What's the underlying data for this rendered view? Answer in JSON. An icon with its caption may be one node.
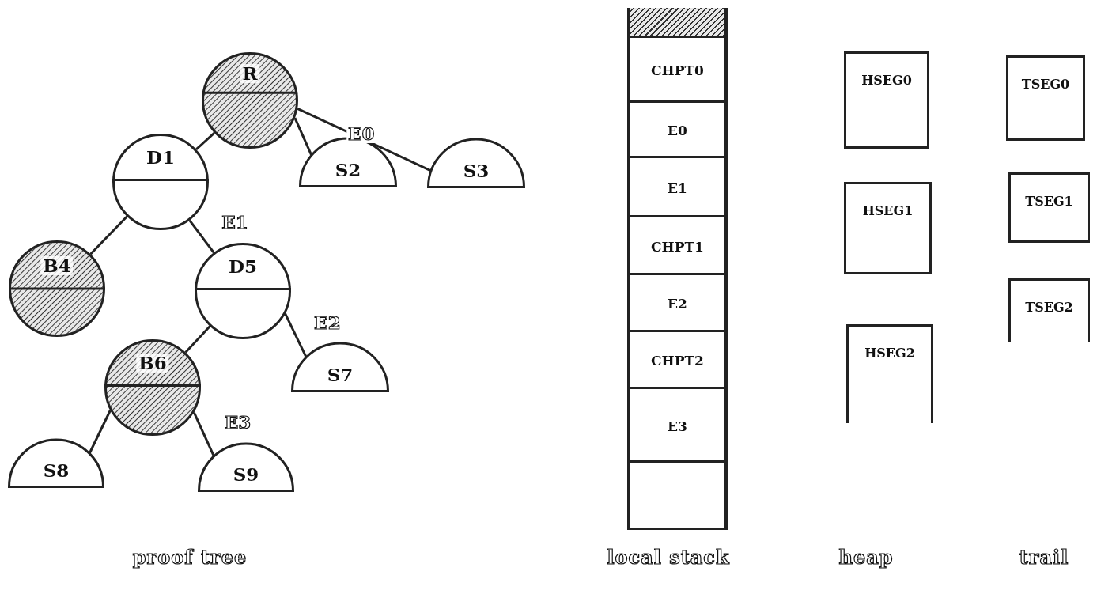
{
  "diagram": {
    "nodes": [
      {
        "text": [
          "R"
        ]
      },
      {
        "text": [
          "D1"
        ]
      },
      {
        "text": [
          "S2"
        ]
      },
      {
        "text": [
          "S3"
        ]
      },
      {
        "text": [
          "B4"
        ]
      },
      {
        "text": [
          "D5"
        ]
      },
      {
        "text": [
          "B6"
        ]
      },
      {
        "text": [
          "S7"
        ]
      },
      {
        "text": [
          "S8"
        ]
      },
      {
        "text": [
          "S9"
        ]
      },
      {
        "text": [],
        "shape": "box"
      },
      {
        "text": [],
        "shape": "box",
        "in": 10
      },
      {
        "text": [
          "CHPT0"
        ],
        "in": 10
      },
      {
        "text": [
          "E0"
        ],
        "in": 10
      },
      {
        "text": [
          "E1"
        ],
        "in": 10
      },
      {
        "text": [
          "CHPT1"
        ],
        "in": 10
      },
      {
        "text": [
          "E2"
        ],
        "in": 10
      },
      {
        "text": [
          "CHPT2"
        ],
        "in": 10
      },
      {
        "text": [
          "E3"
        ],
        "in": 10
      },
      {
        "text": [],
        "shape": "box",
        "in": 10
      },
      {
        "text": [
          "HSEG0"
        ]
      },
      {
        "text": [
          "HSEG1"
        ]
      },
      {
        "text": [
          "HSEG2"
        ]
      },
      {
        "text": [
          "TSEG0"
        ]
      },
      {
        "text": [
          "TSEG1"
        ]
      },
      {
        "text": [
          "TSEG2"
        ]
      }
    ],
    "edges": [
      {
        "from": 0,
        "to": 1,
        "arrow": "none"
      },
      {
        "from": 0,
        "to": 2,
        "arrow": "none"
      },
      {
        "from": 0,
        "to": 3,
        "arrow": "none",
        "label": "E0"
      },
      {
        "from": 1,
        "to": 4,
        "arrow": "none"
      },
      {
        "from": 1,
        "to": 5,
        "arrow": "none",
        "label": "E1"
      },
      {
        "from": 5,
        "to": 6,
        "arrow": "none"
      },
      {
        "from": 5,
        "to": 7,
        "arrow": "none",
        "label": "E2"
      },
      {
        "from": 6,
        "to": 8,
        "arrow": "none"
      },
      {
        "from": 6,
        "to": 9,
        "arrow": "none",
        "label": "E3"
      }
    ],
    "labels": [
      "proof tree",
      "local stack",
      "heap",
      "trail"
    ]
  }
}
